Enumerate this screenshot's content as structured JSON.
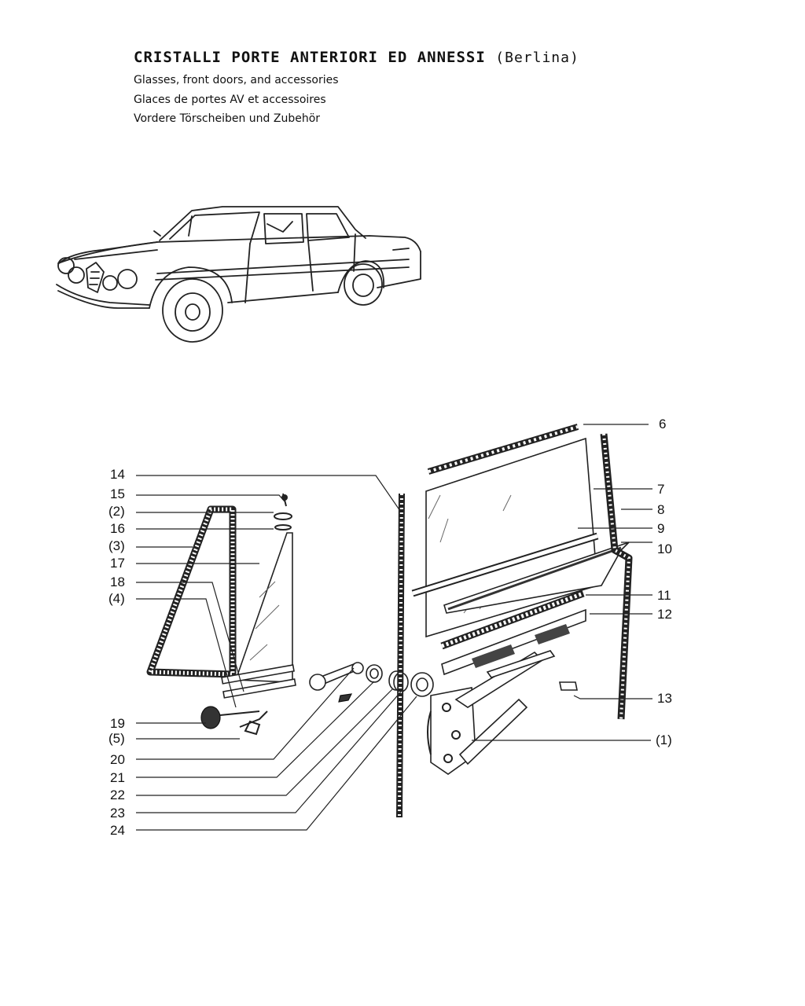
{
  "header": {
    "title": "CRISTALLI PORTE ANTERIORI ED ANNESSI",
    "title_suffix": "(Berlina)",
    "subtitles": [
      "Glasses, front doors, and accessories",
      "Glaces de portes AV et accessoires",
      "Vordere Törscheiben und Zubehör"
    ]
  },
  "labels": {
    "n6": "6",
    "n7": "7",
    "n8": "8",
    "n9": "9",
    "n10": "10",
    "n11": "11",
    "n12": "12",
    "n13": "13",
    "n1": "(1)",
    "n14": "14",
    "n15": "15",
    "n2": "(2)",
    "n16": "16",
    "n3": "(3)",
    "n17": "17",
    "n18": "18",
    "n4": "(4)",
    "n19": "19",
    "n5": "(5)",
    "n20": "20",
    "n21": "21",
    "n22": "22",
    "n23": "23",
    "n24": "24"
  }
}
